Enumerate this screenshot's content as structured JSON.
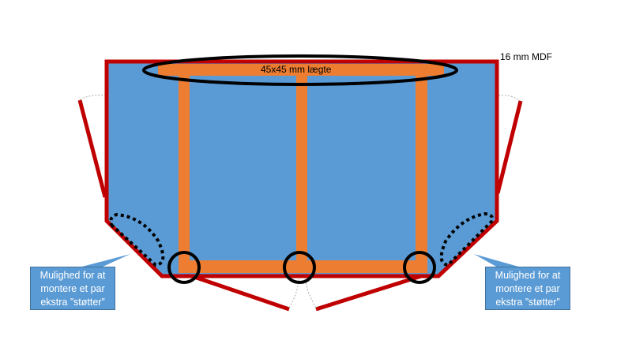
{
  "labels": {
    "material": "16 mm MDF",
    "frame": "45x45 mm lægte"
  },
  "callouts": [
    {
      "lines": [
        "Mulighed for at",
        "montere et par",
        "ekstra ”støtter”"
      ]
    },
    {
      "lines": [
        "Mulighed for at",
        "montere et par",
        "ekstra ”støtter”"
      ]
    }
  ],
  "colors": {
    "panel": "#5b9bd5",
    "outline": "#c00000",
    "frame": "#ed7d31",
    "callout": "#5b9bd5"
  }
}
